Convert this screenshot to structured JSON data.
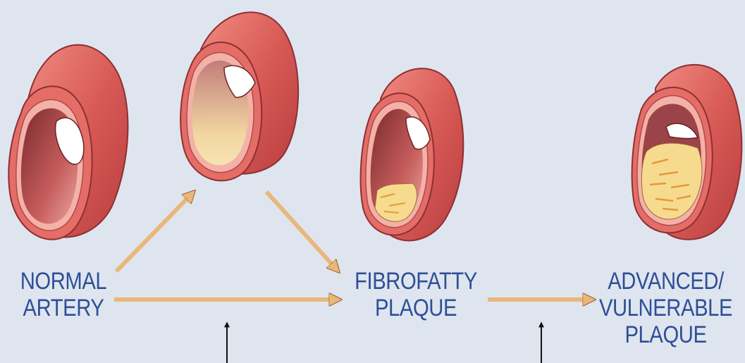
{
  "labels": {
    "normal_line1": "NORMAL",
    "normal_line2": "ARTERY",
    "fibro_line1": "FIBROFATTY",
    "fibro_line2": "PLAQUE",
    "advanced_line1": "ADVANCED/",
    "advanced_line2": "VULNERABLE",
    "advanced_line3": "PLAQUE"
  },
  "colors": {
    "background": "#dfe5ef",
    "label_text": "#2e4f98",
    "arrow_orange": "#e9b77a",
    "vessel_wall": "#d75c5a",
    "lumen": "#ffffff",
    "plaque": "#f4dc8a"
  }
}
